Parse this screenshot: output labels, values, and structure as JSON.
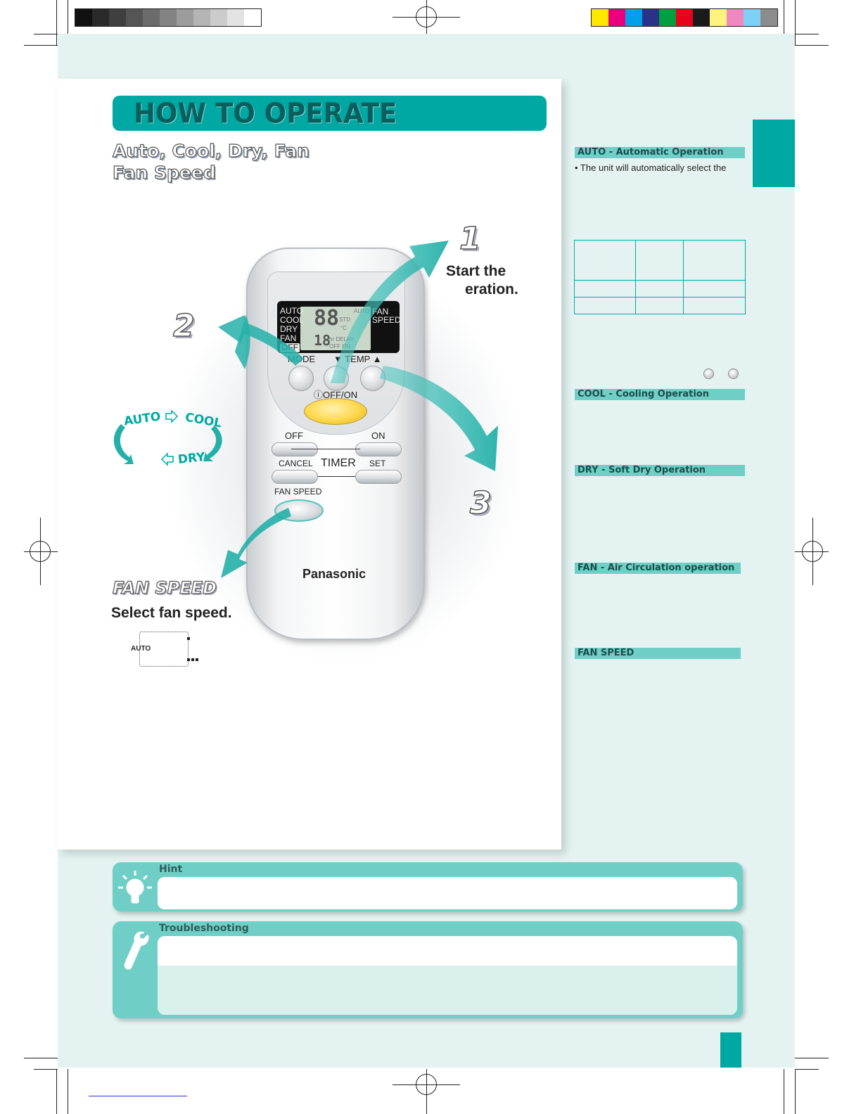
{
  "colors": {
    "teal": "#00a8a3",
    "teal_light": "#6fcfc6",
    "panel_bg": "#e4f3f1",
    "grayscale_bar": [
      "#111111",
      "#2a2a2a",
      "#3f3f3f",
      "#555555",
      "#6b6b6b",
      "#838383",
      "#9c9c9c",
      "#b4b4b4",
      "#cccccc",
      "#e3e3e3",
      "#ffffff"
    ],
    "color_bar": [
      "#ffe800",
      "#e8007e",
      "#00a0e9",
      "#2a3189",
      "#00a040",
      "#e8001c",
      "#1a1a1a",
      "#fff37f",
      "#f088c0",
      "#7fd0f5",
      "#8c8c8c"
    ]
  },
  "header": {
    "title": "HOW TO OPERATE",
    "subtitle_line1": "Auto, Cool, Dry, Fan",
    "subtitle_line2": "Fan Speed"
  },
  "steps": {
    "step1_number": "1",
    "step1_line1": "Start the",
    "step1_line2": "eration.",
    "step2_number": "2",
    "step3_number": "3"
  },
  "mode_cycle": {
    "auto": "AUTO",
    "cool": "COOL",
    "dry": "DRY"
  },
  "remote": {
    "lcd_modes": [
      "AUTO",
      "COOL",
      "DRY",
      "FAN",
      "OFF"
    ],
    "lcd_temp": "88",
    "lcd_timer": "18",
    "lcd_std": "STD",
    "lcd_c": "°C",
    "lcd_hr": "hr DELAY",
    "lcd_offon": "OFF ON",
    "lcd_auto": "AUTO",
    "lcd_fan_speed": "FAN SPEED",
    "mode_label": "MODE",
    "temp_label": "▼ TEMP ▲",
    "power_label": "ⓘOFF/ON",
    "timer_off": "OFF",
    "timer_on": "ON",
    "timer_cancel": "CANCEL",
    "timer_label": "TIMER",
    "timer_set": "SET",
    "fan_speed_label": "FAN SPEED",
    "brand": "Panasonic"
  },
  "fan_speed": {
    "heading": "FAN SPEED",
    "description": "Select fan speed.",
    "display_auto": "AUTO"
  },
  "right_column": {
    "auto_heading": "AUTO - Automatic Operation",
    "auto_bullet": "•  The unit will automatically select the",
    "cool_heading": "COOL - Cooling Operation",
    "dry_heading": "DRY - Soft Dry Operation",
    "fan_heading": "FAN - Air Circulation operation",
    "fan_speed_heading": "FAN SPEED"
  },
  "hint": {
    "title": "Hint",
    "icon": "lightbulb-icon"
  },
  "troubleshooting": {
    "title": "Troubleshooting",
    "icon": "wrench-icon"
  }
}
